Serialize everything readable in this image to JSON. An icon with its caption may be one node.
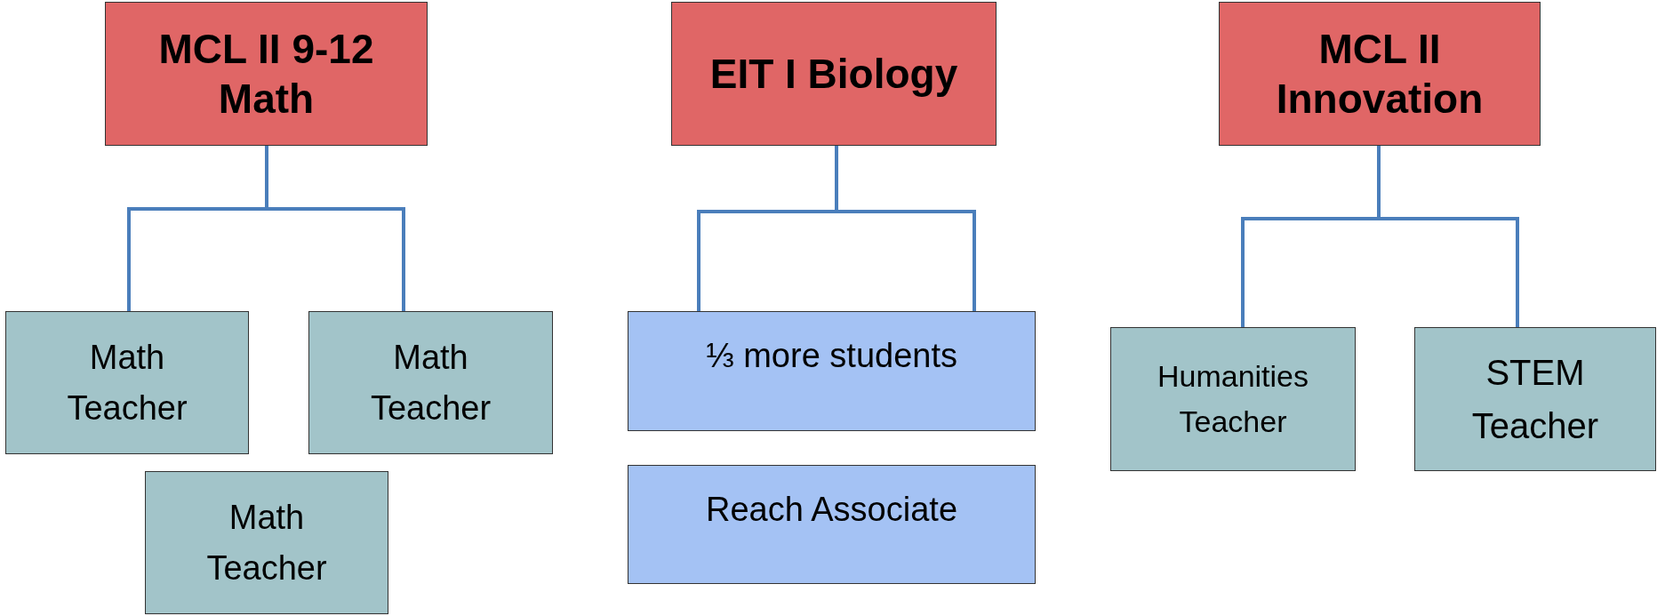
{
  "diagram": {
    "nodes": [
      {
        "text": [
          "MCL II 9-12 Math"
        ]
      },
      {
        "text": [
          "EIT I Biology"
        ]
      },
      {
        "text": [
          "MCL II Innovation"
        ]
      },
      {
        "text": [
          "Math Teacher"
        ]
      },
      {
        "text": [
          "Math Teacher"
        ]
      },
      {
        "text": [
          "Math Teacher"
        ]
      },
      {
        "text": [
          "⅓ more students"
        ]
      },
      {
        "text": [
          "Reach Associate"
        ]
      },
      {
        "text": [
          "Humanities Teacher"
        ]
      },
      {
        "text": [
          "STEM Teacher"
        ]
      }
    ],
    "edges": [
      {
        "from": 0,
        "to": 3,
        "arrow": "none"
      },
      {
        "from": 0,
        "to": 4,
        "arrow": "none"
      },
      {
        "from": 1,
        "to": 6,
        "arrow": "none"
      },
      {
        "from": 2,
        "to": 8,
        "arrow": "none"
      },
      {
        "from": 2,
        "to": 9,
        "arrow": "none"
      }
    ]
  }
}
